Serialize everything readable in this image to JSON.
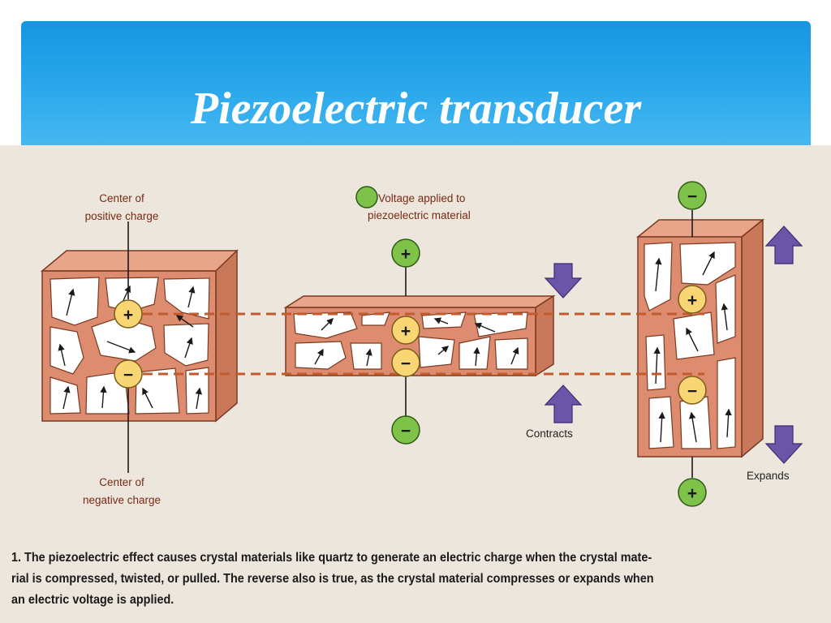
{
  "slide": {
    "title": "Piezoelectric transducer"
  },
  "diagram": {
    "labels": {
      "positive_center": [
        "Center of",
        "positive charge"
      ],
      "negative_center": [
        "Center of",
        "negative charge"
      ],
      "voltage_applied": [
        "Voltage applied to",
        "piezoelectric material"
      ],
      "contracts": "Contracts",
      "expands": "Expands"
    },
    "symbols": {
      "plus": "+",
      "minus": "−"
    },
    "colors": {
      "crystal_body": "#dd8c6f",
      "crystal_dark": "#b86c50",
      "charge_fill": "#f7d673",
      "terminal_fill": "#7fc24a",
      "arrow_fill": "#6a56a8",
      "dashed_line": "#c25a2c"
    }
  },
  "caption": {
    "lines": [
      "1. The piezoelectric effect causes crystal materials like quartz to generate an electric charge when the crystal mate-",
      "rial is compressed, twisted, or pulled. The reverse also is true, as the crystal material compresses or expands when",
      "an electric voltage is applied."
    ]
  }
}
